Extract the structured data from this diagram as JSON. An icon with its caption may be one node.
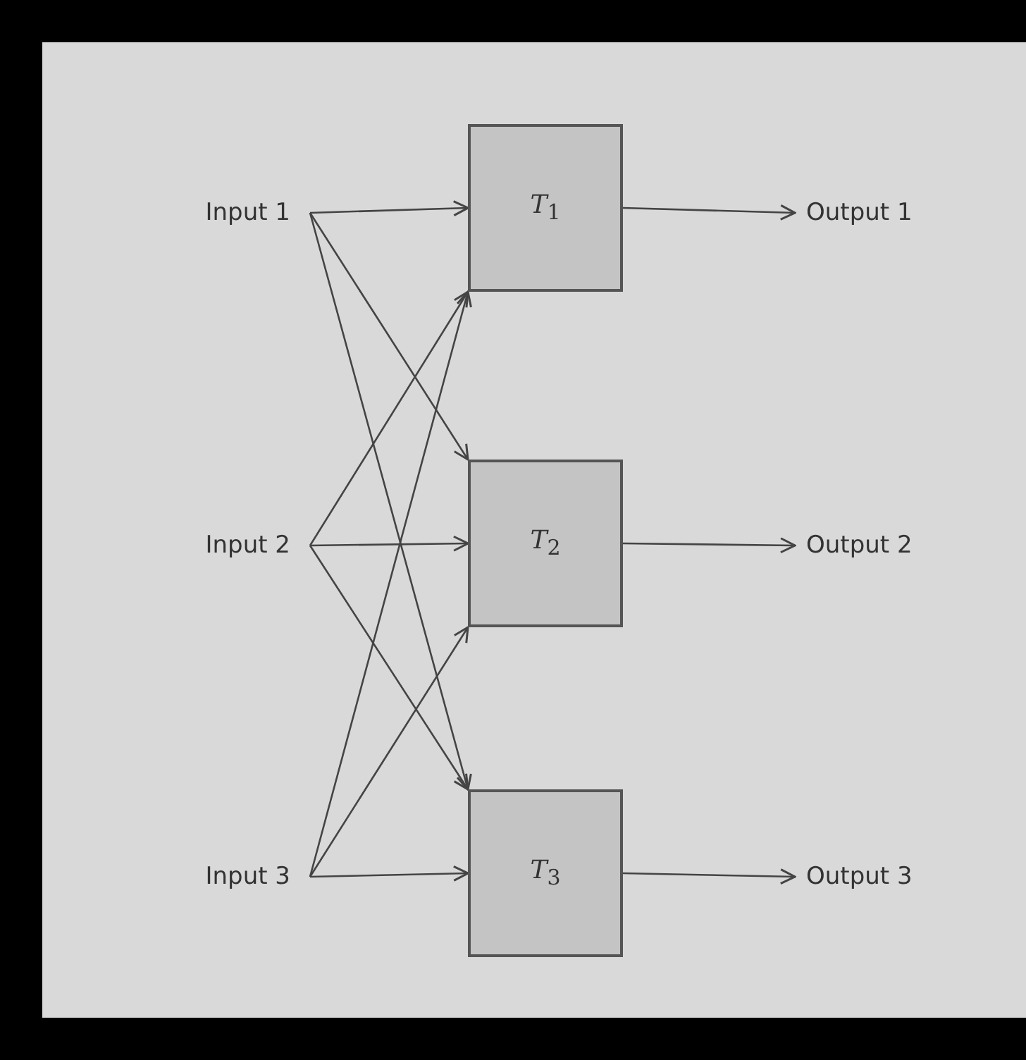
{
  "diagram": {
    "nodes": [
      {
        "text": [
          "Input 1"
        ]
      },
      {
        "text": [
          "*T*$_{1}$"
        ]
      },
      {
        "text": [
          "Output 1"
        ]
      },
      {
        "text": [
          "Input 2"
        ]
      },
      {
        "text": [
          "*T*$_{2}$"
        ]
      },
      {
        "text": [
          "Output 2"
        ]
      },
      {
        "text": [
          "Input 3"
        ]
      },
      {
        "text": [
          "*T*$_{3}$"
        ]
      },
      {
        "text": [
          "Output 3"
        ]
      }
    ],
    "edges": [
      {
        "from": 0,
        "to": 1,
        "arrow": "to"
      },
      {
        "from": 0,
        "to": 4,
        "arrow": "to"
      },
      {
        "from": 0,
        "to": 7,
        "arrow": "to"
      },
      {
        "from": 3,
        "to": 1,
        "arrow": "to"
      },
      {
        "from": 3,
        "to": 4,
        "arrow": "to"
      },
      {
        "from": 3,
        "to": 7,
        "arrow": "to"
      },
      {
        "from": 6,
        "to": 1,
        "arrow": "to"
      },
      {
        "from": 6,
        "to": 4,
        "arrow": "to"
      },
      {
        "from": 6,
        "to": 7,
        "arrow": "to"
      },
      {
        "from": 1,
        "to": 2,
        "arrow": "to"
      },
      {
        "from": 4,
        "to": 5,
        "arrow": "to"
      },
      {
        "from": 7,
        "to": 8,
        "arrow": "to"
      }
    ]
  }
}
